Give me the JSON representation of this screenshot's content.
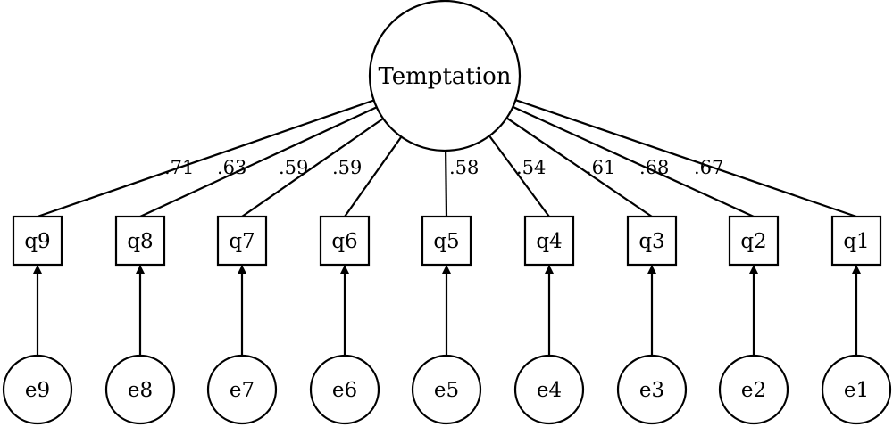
{
  "latent": {
    "label": "Temptation"
  },
  "indicators": [
    {
      "label": "q9",
      "loading": ".71",
      "error": "e9"
    },
    {
      "label": "q8",
      "loading": ".63",
      "error": "e8"
    },
    {
      "label": "q7",
      "loading": ".59",
      "error": "e7"
    },
    {
      "label": "q6",
      "loading": ".59",
      "error": "e6"
    },
    {
      "label": "q5",
      "loading": ".58",
      "error": "e5"
    },
    {
      "label": "q4",
      "loading": ".54",
      "error": "e4"
    },
    {
      "label": "q3",
      "loading": ".61",
      "error": "e3"
    },
    {
      "label": "q2",
      "loading": ".68",
      "error": "e2"
    },
    {
      "label": "q1",
      "loading": ".67",
      "error": "e1"
    }
  ]
}
